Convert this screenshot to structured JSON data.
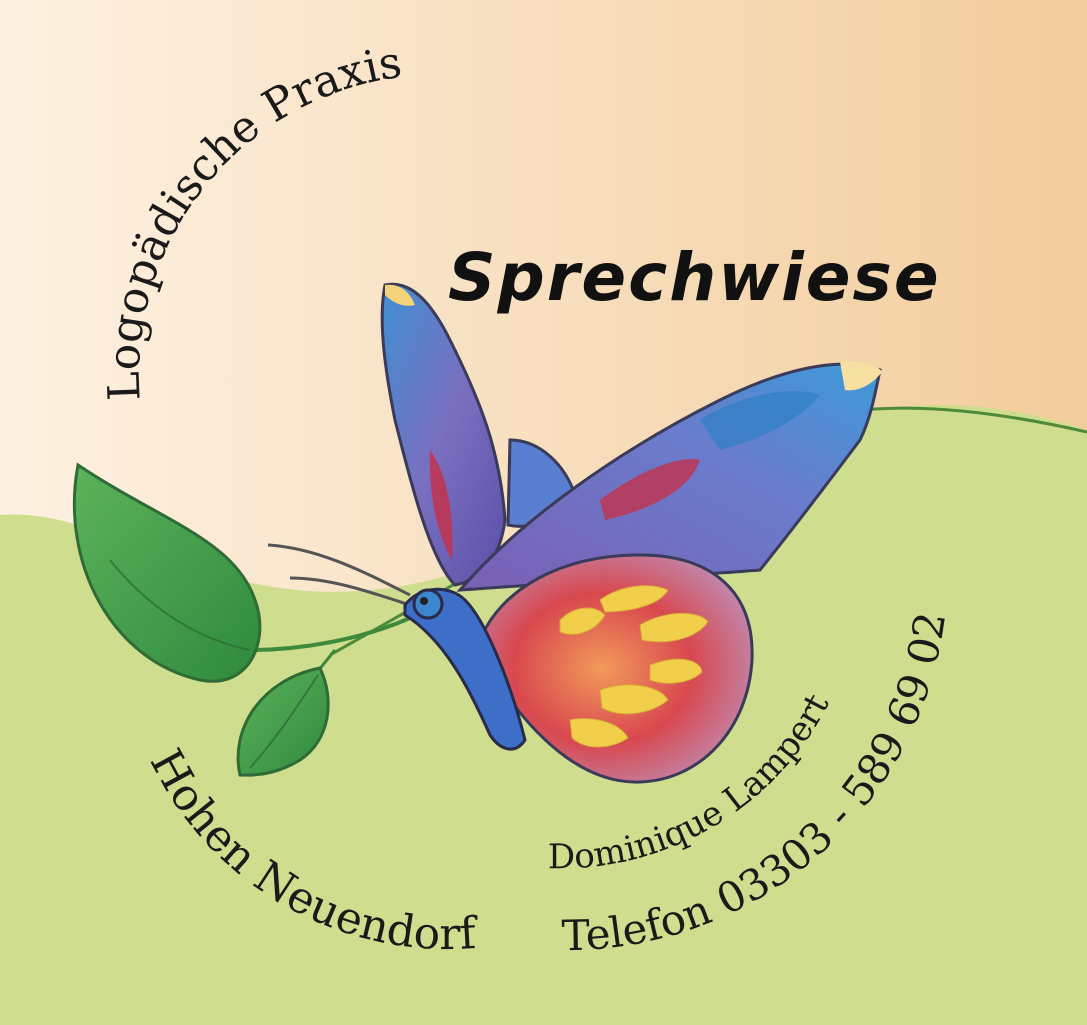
{
  "practice_type": "Logopädische Praxis",
  "brand_name": "Sprechwiese",
  "location": "Hohen Neuendorf",
  "owner": "Dominique Lampert",
  "phone": "Telefon 03303 - 589 69 02",
  "icons": [
    "butterfly-icon",
    "leaf-icon"
  ],
  "colors": {
    "background_top": "#f3d2a6",
    "background_top_light": "#fdf0df",
    "meadow": "#cfdd8e",
    "meadow_line": "#4f8a3a",
    "leaf": "#3f9a4a",
    "text": "#1a1a1a"
  }
}
